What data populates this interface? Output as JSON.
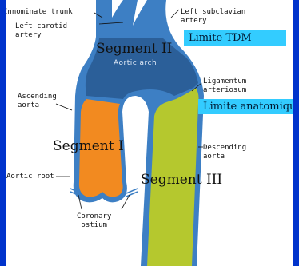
{
  "labels": {
    "innominate": "Innominate trunk",
    "left_carotid": "Left carotid\nartery",
    "left_subclavian": "Left subclavian\nartery",
    "ascending": "Ascending\naorta",
    "ligamentum": "Ligamentum\narteriosum",
    "descending": "Descending\naorta",
    "aortic_root": "Aortic root",
    "coronary": "Coronary\nostium"
  },
  "segments": {
    "segment_1": "Segment I",
    "segment_2": "Segment II",
    "segment_3": "Segment III"
  },
  "aortic_arch": "Aortic arch",
  "callouts": {
    "limite_tdm": "Limite TDM",
    "limite_anatomique": "Limite anatomique"
  },
  "colors": {
    "background": "#0033cc",
    "segment_1": "#f28a20",
    "segment_2": "#2b5f99",
    "segment_3": "#b5c82e",
    "vessel_outline": "#3d7fc4",
    "callout": "#33ccff"
  }
}
